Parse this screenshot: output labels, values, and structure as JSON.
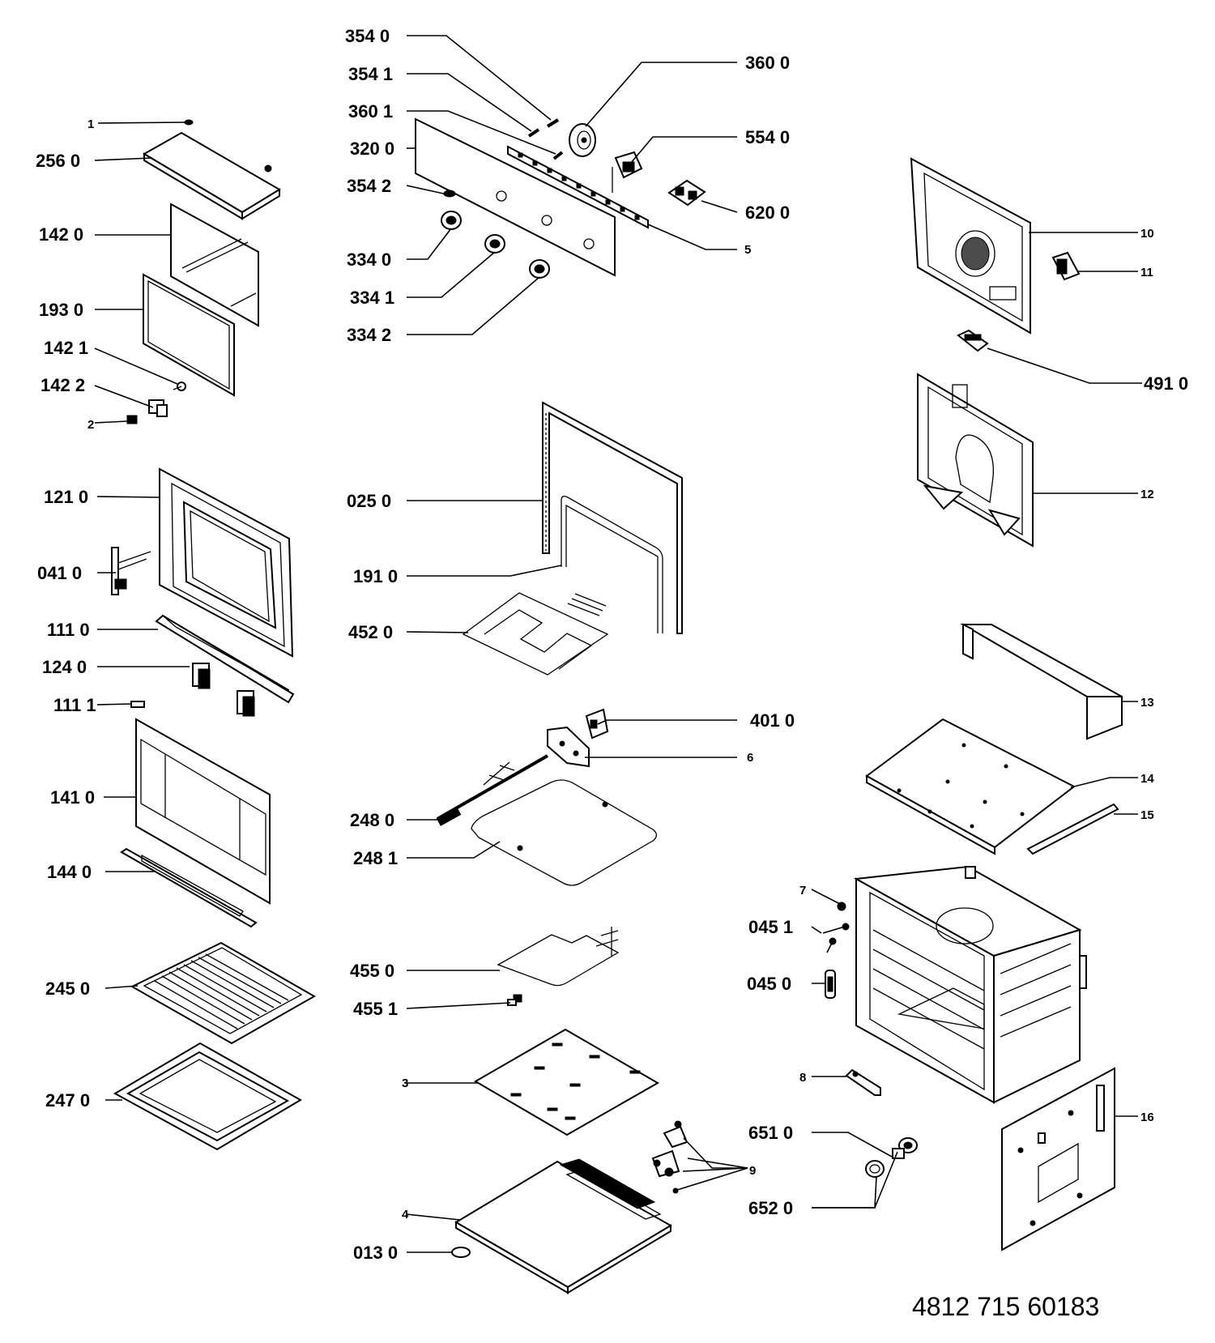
{
  "callouts": {
    "c1": "1",
    "c256": "256  0",
    "c142": "142  0",
    "c193": "193  0",
    "c1421": "142  1",
    "c1422": "142  2",
    "c2": "2",
    "c1210": "121  0",
    "c0410": "041  0",
    "c1110": "111  0",
    "c1240": "124  0",
    "c1111": "111  1",
    "c1410": "141  0",
    "c1440": "144  0",
    "c2450": "245  0",
    "c2470": "247  0",
    "c3540": "354  0",
    "c3541": "354  1",
    "c3601": "360  1",
    "c3200": "320  0",
    "c3542": "354  2",
    "c3340": "334  0",
    "c3341": "334  1",
    "c3342": "334  2",
    "c3600": "360  0",
    "c5540": "554  0",
    "c6200": "620  0",
    "c5": "5",
    "c0250": "025  0",
    "c1910": "191  0",
    "c4520": "452  0",
    "c4010": "401  0",
    "c6": "6",
    "c2480": "248  0",
    "c2481": "248  1",
    "c4550": "455  0",
    "c4551": "455  1",
    "c3": "3",
    "c9": "9",
    "c4": "4",
    "c0130": "013  0",
    "c6510": "651  0",
    "c6520": "652  0",
    "c10": "10",
    "c11": "11",
    "c4910": "491 0",
    "c12": "12",
    "c13": "13",
    "c14": "14",
    "c15": "15",
    "c7": "7",
    "c0451": "045  1",
    "c0450": "045  0",
    "c8": "8",
    "c16": "16"
  },
  "doc_number": "4812 715 60183"
}
